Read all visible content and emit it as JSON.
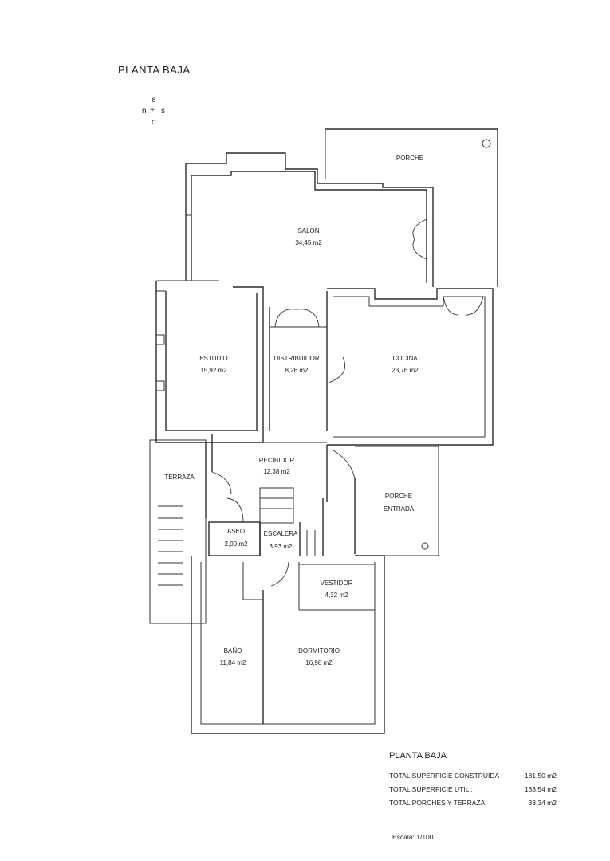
{
  "page_title": "PLANTA BAJA",
  "compass": {
    "top": "e",
    "left": "n",
    "right": "s",
    "bottom": "o"
  },
  "rooms": {
    "porche": {
      "name": "PORCHE"
    },
    "salon": {
      "name": "SALON",
      "area": "34,45 m2"
    },
    "estudio": {
      "name": "ESTUDIO",
      "area": "15,92 m2"
    },
    "distribuidor": {
      "name": "DISTRIBUIDOR",
      "area": "8,26 m2"
    },
    "cocina": {
      "name": "COCINA",
      "area": "23,76 m2"
    },
    "recibidor": {
      "name": "RECIBIDOR",
      "area": "12,38 m2"
    },
    "terraza": {
      "name": "TERRAZA"
    },
    "porche_entrada": {
      "name": "PORCHE",
      "name2": "ENTRADA"
    },
    "aseo": {
      "name": "ASEO",
      "area": "2,00 m2"
    },
    "escalera": {
      "name": "ESCALERA",
      "area": "3,93 m2"
    },
    "vestidor": {
      "name": "VESTIDOR",
      "area": "4,32 m2"
    },
    "bano": {
      "name": "BAÑO",
      "area": "11,84 m2"
    },
    "dormitorio": {
      "name": "DORMITORIO",
      "area": "16,98 m2"
    }
  },
  "summary": {
    "title": "PLANTA BAJA",
    "rows": [
      {
        "label": "TOTAL SUPERFICIE CONSTRUIDA :",
        "value": "181,50 m2"
      },
      {
        "label": "TOTAL SUPERFICIE UTIL :",
        "value": "133,54 m2"
      },
      {
        "label": "TOTAL PORCHES Y TERRAZA:",
        "value": "33,34 m2"
      }
    ],
    "scale": "Escala: 1/100"
  }
}
